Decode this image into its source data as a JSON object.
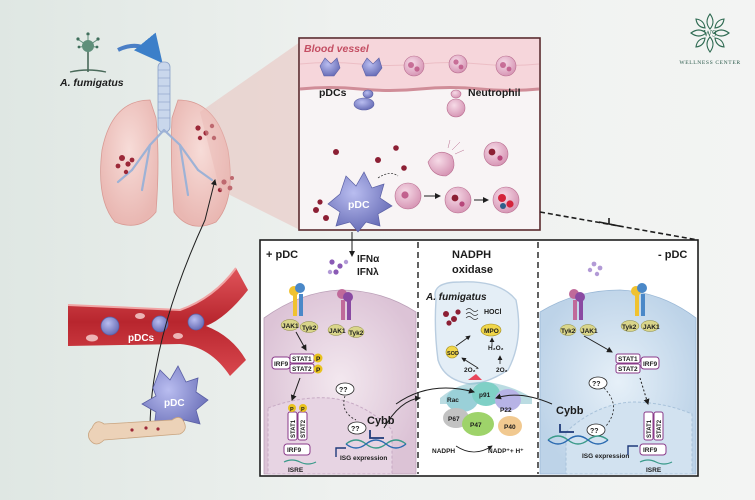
{
  "top_panel": {
    "blood_vessel_label": "Blood vessel",
    "pdcs_label": "pDCs",
    "neutrophil_label": "Neutrophil",
    "pdc_label": "pDC"
  },
  "left_panel": {
    "fungus_label": "A. fumigatus",
    "pdcs_vessel_label": "pDCs",
    "pdc_cell_label": "pDC"
  },
  "box_left": {
    "title": "+ pDC",
    "ifn_alpha": "IFNα",
    "ifn_lambda": "IFNλ",
    "jak1_a": "JAK1",
    "tyk2_a": "Tyk2",
    "jak1_b": "JAK1",
    "tyk2_b": "Tyk2",
    "stat1": "STAT1",
    "stat2": "STAT2",
    "p1": "P",
    "p2": "P",
    "irf9": "IRF9",
    "q1": "??",
    "q2": "??",
    "cybb": "Cybb",
    "isg_expression": "ISG expression",
    "nuc_stat1": "STAT1",
    "nuc_stat2": "STAT2",
    "nuc_p1": "P",
    "nuc_p2": "P",
    "nuc_irf9": "IRF9",
    "isre": "ISRE"
  },
  "box_mid": {
    "title_line1": "NADPH",
    "title_line2": "oxidase",
    "fungus": "A. fumigatus",
    "hocl": "HOCl",
    "mpo": "MPO",
    "h2o2": "H₂O₂",
    "sod": "SOD",
    "o2a": "2O₂⁻",
    "o2b": "2O₂",
    "rac": "Rac",
    "p91": "p91",
    "p22": "P22",
    "p67": "P67",
    "p47": "P47",
    "p40": "P40",
    "nadph": "NADPH",
    "nadp": "NADP⁺+ H⁺"
  },
  "box_right": {
    "title": "- pDC",
    "tyk2_a": "Tyk2",
    "jak1_a": "JAK1",
    "tyk2_b": "Tyk2",
    "jak1_b": "JAK1",
    "stat1": "STAT1",
    "stat2": "STAT2",
    "irf9": "IRF9",
    "q1": "??",
    "q2": "??",
    "cybb": "Cybb",
    "isg_expression": "ISG expression",
    "nuc_stat1": "STAT1",
    "nuc_stat2": "STAT2",
    "nuc_irf9": "IRF9",
    "isre": "ISRE"
  },
  "logo": {
    "mark": "W9",
    "name": "WELLNESS CENTER"
  },
  "colors": {
    "vessel": "#c8323a",
    "box_border": "#2a2a2a",
    "pdc": "#7b7fc4",
    "neutrophil": "#e5b6cc",
    "stat_purple": "#8a3a8a",
    "p_yellow": "#e8c21e",
    "logo_green": "#2f6b52"
  }
}
